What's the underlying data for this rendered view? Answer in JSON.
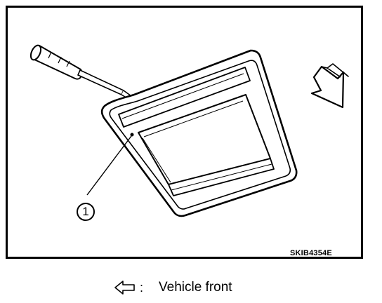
{
  "diagram": {
    "figure_code": "SKIB4354E",
    "callout": "1",
    "legend": {
      "arrow_icon": "hollow-left-arrow-icon",
      "colon": ":",
      "text": "Vehicle front"
    }
  }
}
